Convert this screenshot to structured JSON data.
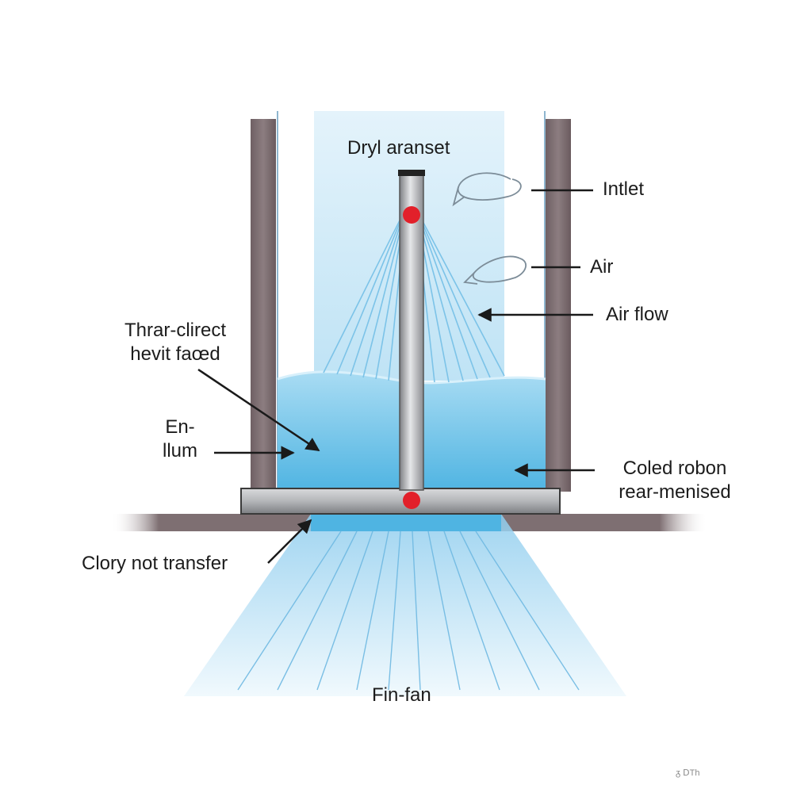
{
  "diagram": {
    "labels": {
      "top": "Dryl aranset",
      "inlet": "Intlet",
      "air": "Air",
      "air_flow": "Air flow",
      "thrar_line1": "Thrar-clirect",
      "thrar_line2": "hevit faœd",
      "en_line1": "En-",
      "en_line2": "llum",
      "coled_line1": "Coled robon",
      "coled_line2": "rear-menised",
      "clory": "Clory not transfer",
      "fin_fan": "Fin-fan"
    },
    "corner_mark": "ᵹ ⅮTh"
  },
  "colors": {
    "wall": "#7e6f72",
    "water": "#6cc2e6",
    "water_light": "#cfeaf7",
    "pipe": "#a7a9ad",
    "dot": "#e2202a",
    "arrow": "#1a1a1a",
    "spray": "#8cc9ea"
  }
}
